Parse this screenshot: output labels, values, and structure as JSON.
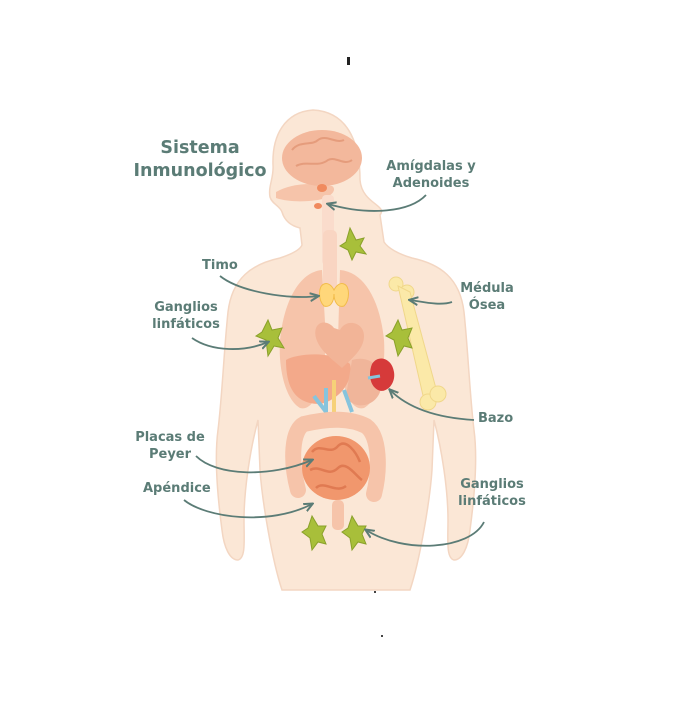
{
  "title": {
    "line1": "Sistema",
    "line2": "Inmunológico"
  },
  "labels": {
    "amigdalas": {
      "line1": "Amígdalas y",
      "line2": "Adenoides"
    },
    "timo": "Timo",
    "medula": {
      "line1": "Médula",
      "line2": "Ósea"
    },
    "ganglios_left": {
      "line1": "Ganglios",
      "line2": "linfáticos"
    },
    "bazo": "Bazo",
    "placas": {
      "line1": "Placas de",
      "line2": "Peyer"
    },
    "apendice": "Apéndice",
    "ganglios_right": {
      "line1": "Ganglios",
      "line2": "linfáticos"
    }
  },
  "colors": {
    "label_text": "#5b7c76",
    "arrow": "#5b7c76",
    "body_silhouette": "#fbe7d6",
    "organs": "#f6c4aa",
    "brain": "#f3b89c",
    "intestine": "#f1976d",
    "lymph_nodes": "#a8bf3a",
    "thymus": "#ffd77a",
    "spleen": "#d63a3a",
    "bone": "#fbe9a8",
    "vessels": "#86c4dd"
  },
  "icons": [
    "body-silhouette",
    "brain-icon",
    "lungs-icon",
    "heart-icon",
    "liver-icon",
    "intestine-icon",
    "thymus-icon",
    "spleen-icon",
    "bone-icon",
    "lymph-node-icon"
  ]
}
